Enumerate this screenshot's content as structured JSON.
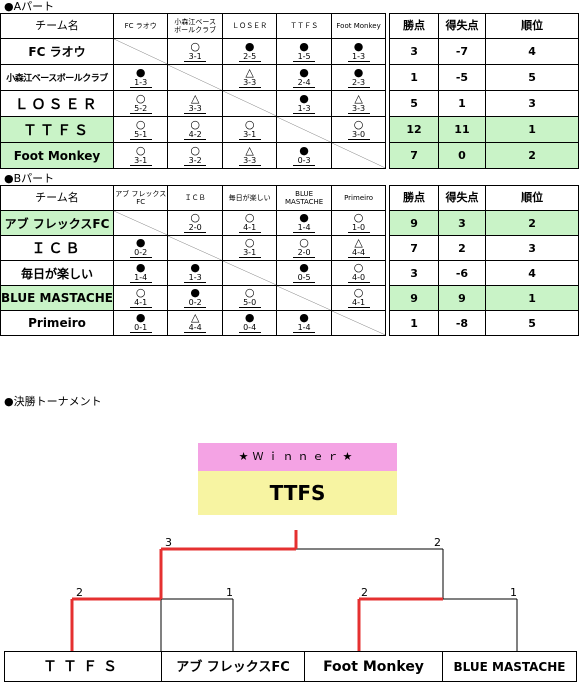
{
  "a_part_title": "●Aパート",
  "b_part_title": "●Bパート",
  "header_name": "チーム名",
  "stats_headers": [
    "勝点",
    "得失点",
    "順位"
  ],
  "a_cols": [
    "FC ラオウ",
    "小森江ベース\nボールクラブ",
    "ＬＯＳＥＲ",
    "ＴＴＦＳ",
    "Foot Monkey"
  ],
  "a_teams": [
    {
      "name": "FC ラオウ",
      "cells": [
        null,
        {
          "s": "○",
          "sc": "3-1"
        },
        {
          "s": "●",
          "sc": "2-5"
        },
        {
          "s": "●",
          "sc": "1-5"
        },
        {
          "s": "●",
          "sc": "1-3"
        }
      ],
      "points": "3",
      "diff": "-7",
      "rank": "4"
    },
    {
      "name": "小森江ベースボールクラブ",
      "cells": [
        {
          "s": "●",
          "sc": "1-3"
        },
        null,
        {
          "s": "△",
          "sc": "3-3"
        },
        {
          "s": "●",
          "sc": "2-4"
        },
        {
          "s": "●",
          "sc": "2-3"
        }
      ],
      "points": "1",
      "diff": "-5",
      "rank": "5"
    },
    {
      "name": "ＬＯＳＥＲ",
      "cells": [
        {
          "s": "○",
          "sc": "5-2"
        },
        {
          "s": "△",
          "sc": "3-3"
        },
        null,
        {
          "s": "●",
          "sc": "1-3"
        },
        {
          "s": "△",
          "sc": "3-3"
        }
      ],
      "points": "5",
      "diff": "1",
      "rank": "3"
    },
    {
      "name": "ＴＴＦＳ",
      "cells": [
        {
          "s": "○",
          "sc": "5-1"
        },
        {
          "s": "○",
          "sc": "4-2"
        },
        {
          "s": "○",
          "sc": "3-1"
        },
        null,
        {
          "s": "○",
          "sc": "3-0"
        }
      ],
      "points": "12",
      "diff": "11",
      "rank": "1"
    },
    {
      "name": "Foot Monkey",
      "cells": [
        {
          "s": "○",
          "sc": "3-1"
        },
        {
          "s": "○",
          "sc": "3-2"
        },
        {
          "s": "△",
          "sc": "3-3"
        },
        {
          "s": "●",
          "sc": "0-3"
        },
        null
      ],
      "points": "7",
      "diff": "0",
      "rank": "2"
    }
  ],
  "b_cols": [
    "アブ フレックスFC",
    "ＩＣＢ",
    "毎日が楽しい",
    "BLUE\nMASTACHE",
    "Primeiro"
  ],
  "b_teams": [
    {
      "name": "アブ フレックスFC",
      "cells": [
        null,
        {
          "s": "○",
          "sc": "2-0"
        },
        {
          "s": "○",
          "sc": "4-1"
        },
        {
          "s": "●",
          "sc": "1-4"
        },
        {
          "s": "○",
          "sc": "1-0"
        }
      ],
      "points": "9",
      "diff": "3",
      "rank": "2"
    },
    {
      "name": "ＩＣＢ",
      "cells": [
        {
          "s": "●",
          "sc": "0-2"
        },
        null,
        {
          "s": "○",
          "sc": "3-1"
        },
        {
          "s": "○",
          "sc": "2-0"
        },
        {
          "s": "△",
          "sc": "4-4"
        }
      ],
      "points": "7",
      "diff": "2",
      "rank": "3"
    },
    {
      "name": "毎日が楽しい",
      "cells": [
        {
          "s": "●",
          "sc": "1-4"
        },
        {
          "s": "●",
          "sc": "1-3"
        },
        null,
        {
          "s": "●",
          "sc": "0-5"
        },
        {
          "s": "○",
          "sc": "4-0"
        }
      ],
      "points": "3",
      "diff": "-6",
      "rank": "4"
    },
    {
      "name": "BLUE MASTACHE",
      "cells": [
        {
          "s": "○",
          "sc": "4-1"
        },
        {
          "s": "●",
          "sc": "0-2"
        },
        {
          "s": "○",
          "sc": "5-0"
        },
        null,
        {
          "s": "○",
          "sc": "4-1"
        }
      ],
      "points": "9",
      "diff": "9",
      "rank": "1"
    },
    {
      "name": "Primeiro",
      "cells": [
        {
          "s": "●",
          "sc": "0-1"
        },
        {
          "s": "△",
          "sc": "4-4"
        },
        {
          "s": "●",
          "sc": "0-4"
        },
        {
          "s": "●",
          "sc": "1-4"
        },
        null
      ],
      "points": "1",
      "diff": "-8",
      "rank": "5"
    }
  ],
  "tournament_title": "●決勝トーナメント",
  "winner_label": "★Ｗｉｎｎｅｒ★",
  "winner_name": "TTFS",
  "finalists": [
    "ＴＴＦＳ",
    "アブ フレックスFC",
    "Foot Monkey",
    "BLUE MASTACHE"
  ],
  "semi_scores": {
    "left_a": "2",
    "left_b": "1",
    "right_a": "2",
    "right_b": "1"
  },
  "final_scores": {
    "left": "3",
    "right": "2"
  },
  "colors": {
    "green_row": "#c9f3c7",
    "winner_pink": "#f4a3e4",
    "winner_yellow": "#f7f4a2",
    "bracket_win": "#e53030"
  }
}
